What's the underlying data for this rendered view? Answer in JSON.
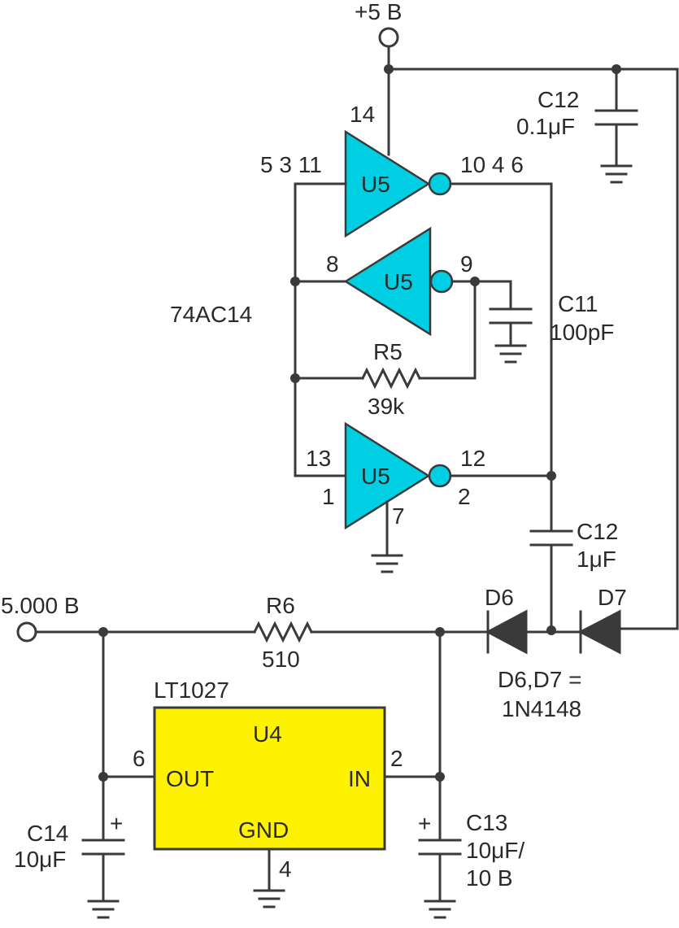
{
  "supply_label": "+5 B",
  "output_label": "5.000 B",
  "inverter_ic": "74AC14",
  "gates": {
    "g1": {
      "ref": "U5",
      "pins_in": "5 3 11",
      "pins_vcc": "14",
      "pins_out": "10 4 6"
    },
    "g2": {
      "ref": "U5",
      "pin_in": "8",
      "pin_out": "9"
    },
    "g3": {
      "ref": "U5",
      "pin_in_a": "13",
      "pin_in_b": "1",
      "pin_out_a": "12",
      "pin_out_b": "2",
      "pin_gnd": "7"
    }
  },
  "components": {
    "c12_top": {
      "ref": "C12",
      "value": "0.1μF"
    },
    "c11": {
      "ref": "C11",
      "value": "100pF"
    },
    "r5": {
      "ref": "R5",
      "value": "39k"
    },
    "c12_mid": {
      "ref": "C12",
      "value": "1μF"
    },
    "r6": {
      "ref": "R6",
      "value": "510"
    },
    "d6": {
      "ref": "D6"
    },
    "d7": {
      "ref": "D7"
    },
    "diode_note_1": "D6,D7 =",
    "diode_note_2": "1N4148",
    "c14": {
      "ref": "C14",
      "value": "10μF",
      "polarity": "+"
    },
    "c13": {
      "ref": "C13",
      "value": "10μF/",
      "value2": "10 B",
      "polarity": "+"
    }
  },
  "regulator": {
    "part": "LT1027",
    "ref": "U4",
    "pin_out_label": "OUT",
    "pin_in_label": "IN",
    "pin_gnd_label": "GND",
    "pin_out_num": "6",
    "pin_in_num": "2",
    "pin_gnd_num": "4"
  },
  "colors": {
    "inverter_fill": "#00cfe3",
    "regulator_fill": "#fff200",
    "wire": "#3a3a3a"
  }
}
